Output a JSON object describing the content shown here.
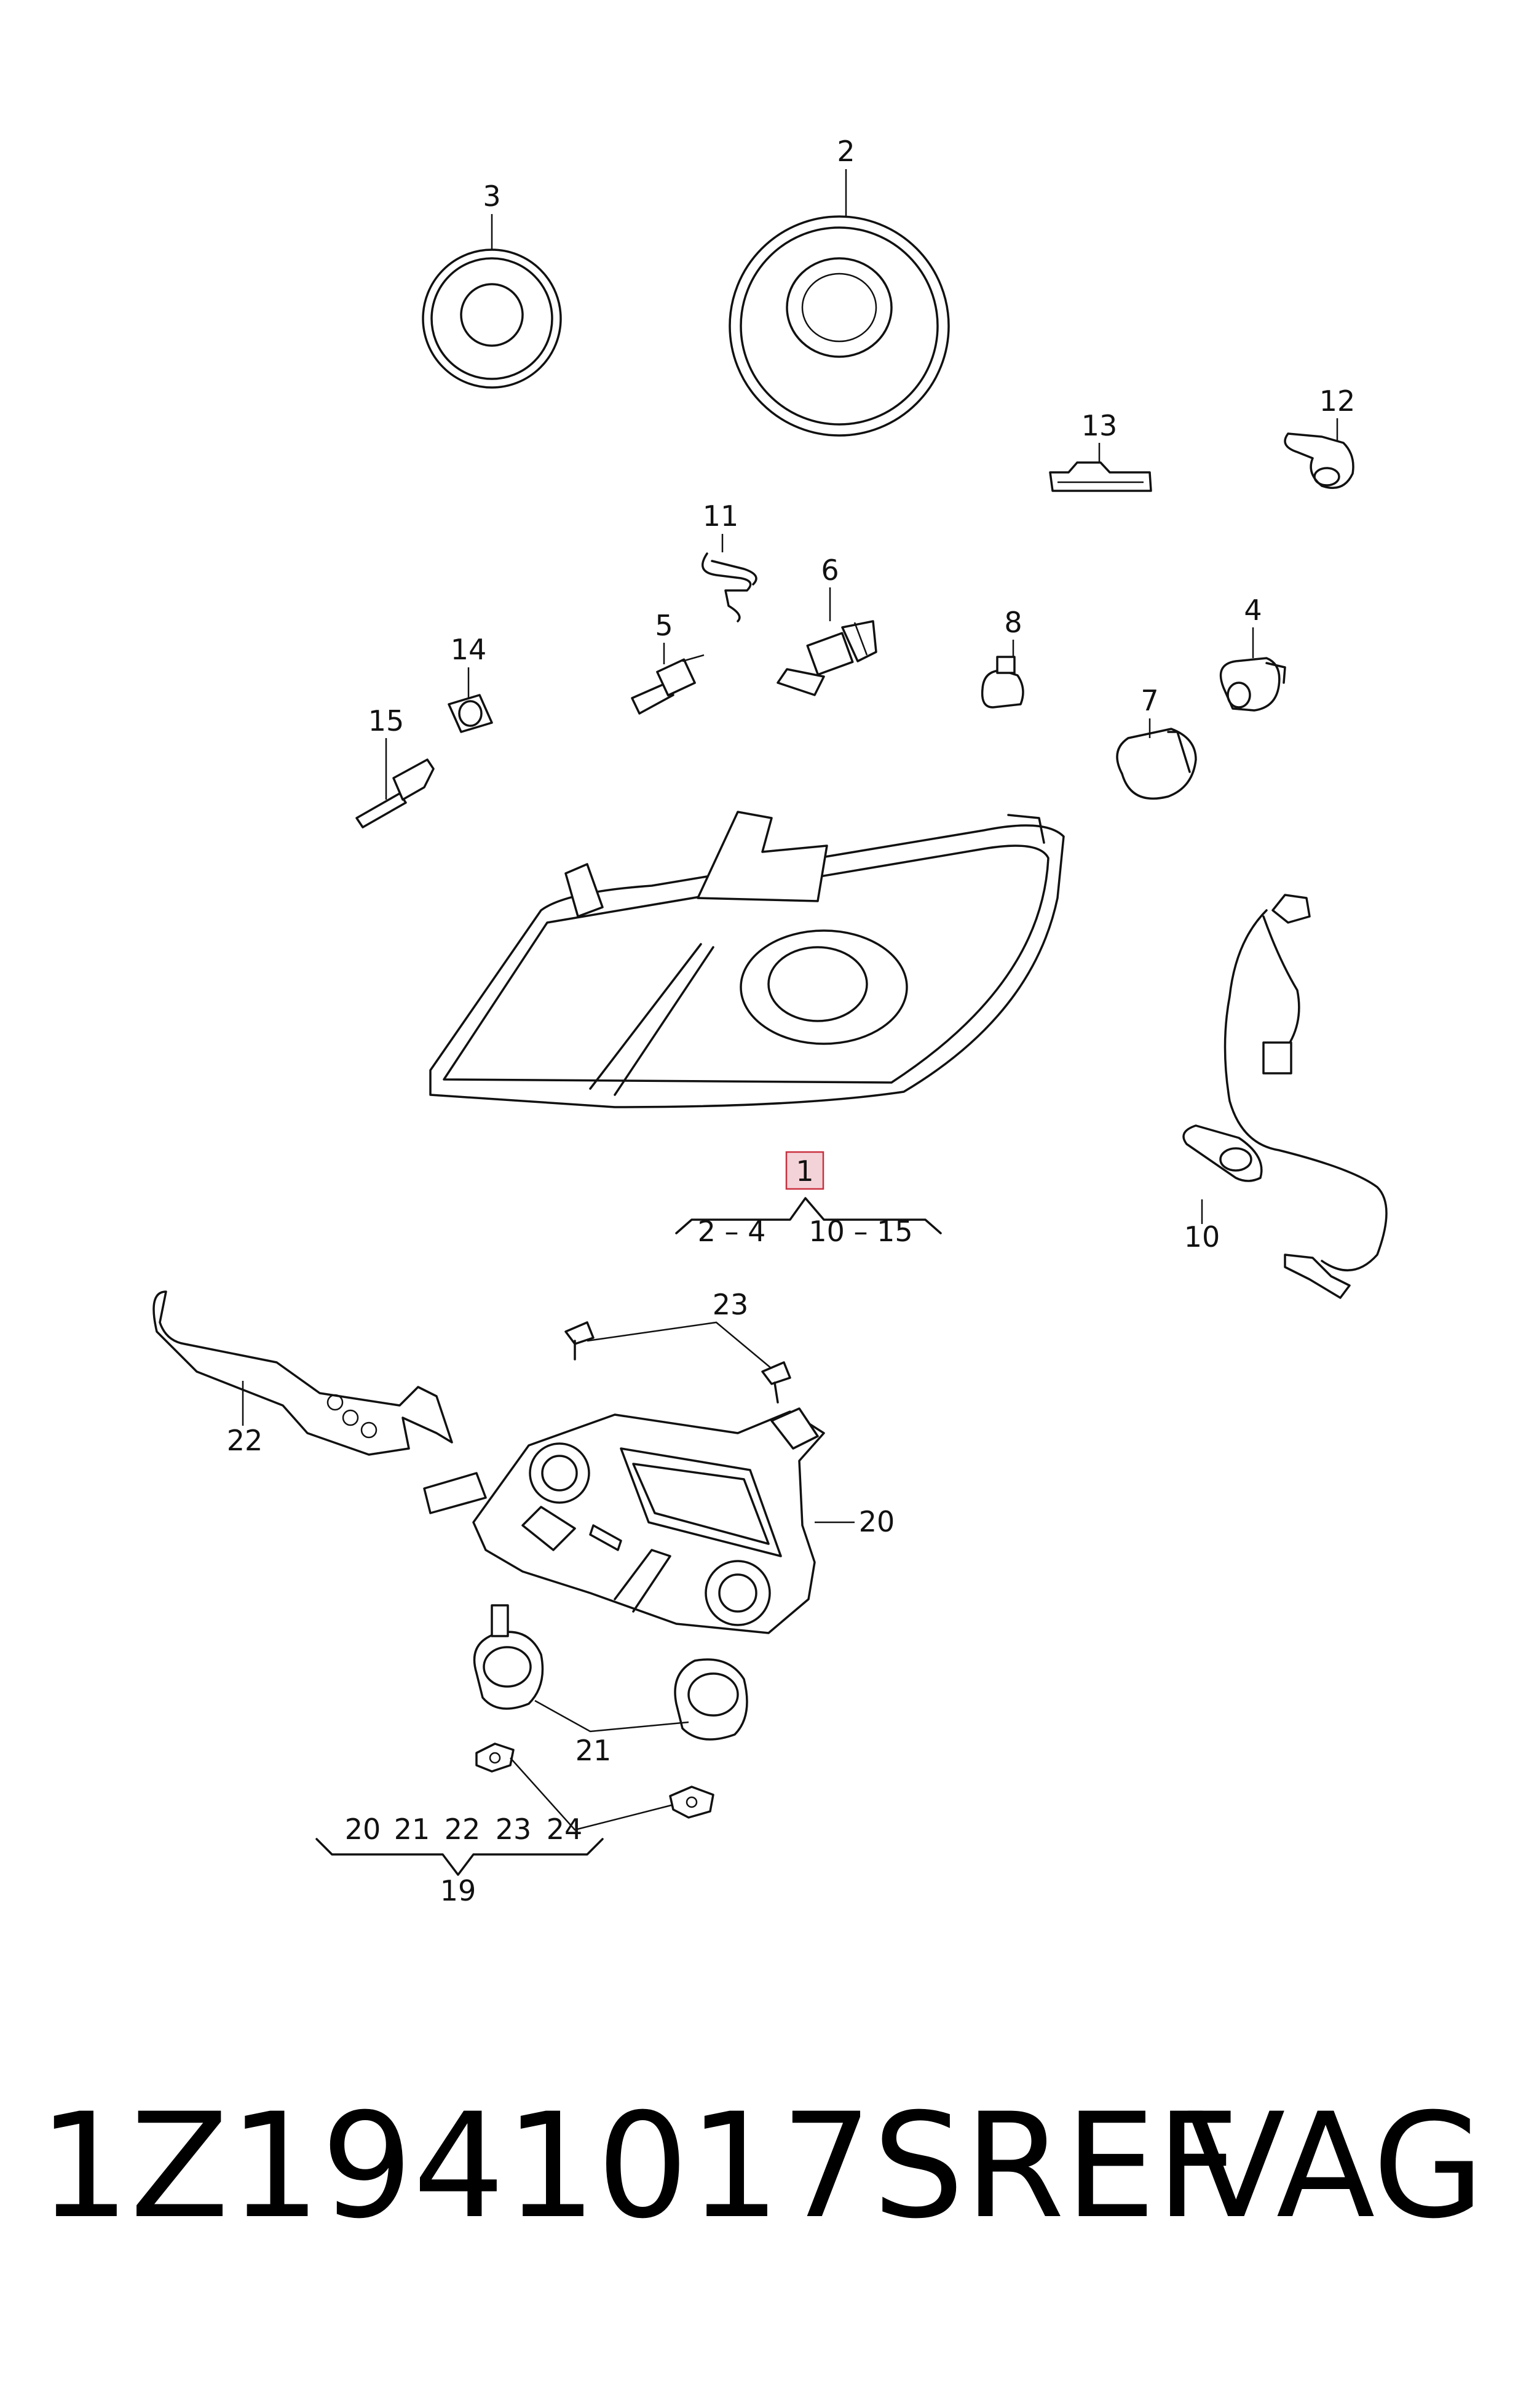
{
  "callouts": {
    "c1": "1",
    "c2": "2",
    "c3": "3",
    "c4": "4",
    "c5": "5",
    "c6": "6",
    "c7": "7",
    "c8": "8",
    "c10": "10",
    "c11": "11",
    "c12": "12",
    "c13": "13",
    "c14": "14",
    "c15": "15",
    "c19": "19",
    "c20": "20",
    "c21": "21",
    "c22": "22",
    "c23": "23"
  },
  "groups": {
    "g1_left": "2 – 4",
    "g1_right": "10 – 15",
    "g19_items": [
      "20",
      "21",
      "22",
      "23",
      "24"
    ]
  },
  "highlight_color": "#f4d3d8",
  "caption": {
    "part_number": "1Z1941017SREF",
    "brand": "VAG"
  }
}
